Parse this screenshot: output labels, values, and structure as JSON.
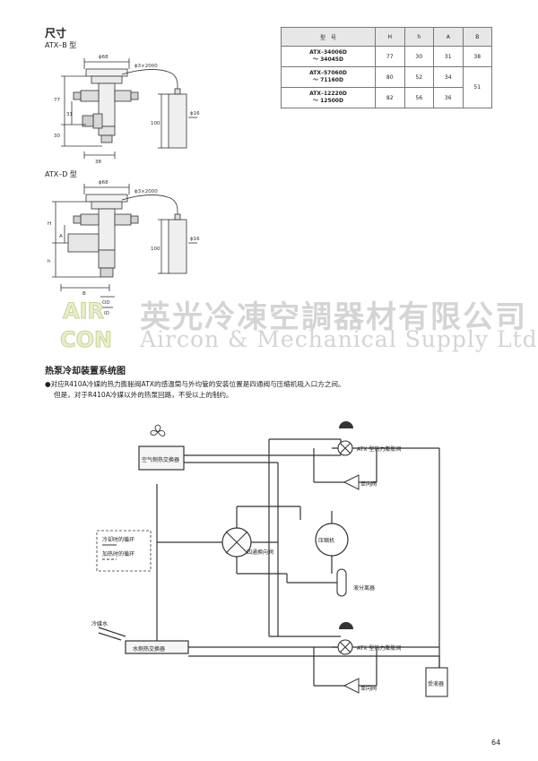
{
  "section": {
    "title": "尺寸"
  },
  "atx_b": {
    "label": "ATX–B 型",
    "dims": {
      "phi68": "ϕ68",
      "cap": "ϕ3×2000",
      "h77": "77",
      "h31": "31",
      "h30": "30",
      "h100": "100",
      "phi16": "ϕ16",
      "w38": "38"
    }
  },
  "atx_d": {
    "label": "ATX–D 型",
    "dims": {
      "phi68": "ϕ68",
      "cap": "ϕ3×2000",
      "H": "H",
      "A": "A",
      "h": "h",
      "B": "B",
      "h100": "100",
      "phi16": "ϕ16",
      "OD": "OD",
      "ID": "ID"
    }
  },
  "table": {
    "headers": [
      "型　号",
      "H",
      "h",
      "A",
      "B"
    ],
    "rows": [
      {
        "model1": "ATX–34006D",
        "model2": "～ 34045D",
        "H": "77",
        "h": "30",
        "A": "31",
        "B": "38"
      },
      {
        "model1": "ATX–57060D",
        "model2": "～ 71160D",
        "H": "80",
        "h": "52",
        "A": "34",
        "B": "51"
      },
      {
        "model1": "ATX–12220D",
        "model2": "～ 12500D",
        "H": "82",
        "h": "56",
        "A": "36",
        "B": ""
      }
    ]
  },
  "watermark": {
    "logo_top": "AIR",
    "logo_bottom": "CON",
    "cn": "英光冷凍空調器材有限公司",
    "en": "Aircon & Mechanical Supply Ltd"
  },
  "system": {
    "title": "热泵冷却装置系统图",
    "note1": "●对应R410A冷媒的热力膨胀阀ATX的感温筒与外均管的安装位置是四通阀与压缩机吸入口方之间。",
    "note2": "但是，对于R410A冷媒以外的热泵回路，不受以上的制约。"
  },
  "diagram": {
    "air_hx": "空气侧热交换器",
    "legend_cool": "冷却时的循环",
    "legend_heat": "加热时的循环",
    "four_way": "四通换向阀",
    "compressor": "压缩机",
    "separator": "液分离器",
    "coolant": "冷媒水",
    "water_hx": "水侧热交换器",
    "atx_top": "ATX 型热力膨胀阀",
    "atx_bottom": "ATX 型热力膨胀阀",
    "check_top": "单向阀",
    "check_bottom": "单向阀",
    "receiver": "受液器"
  },
  "page_number": "64"
}
